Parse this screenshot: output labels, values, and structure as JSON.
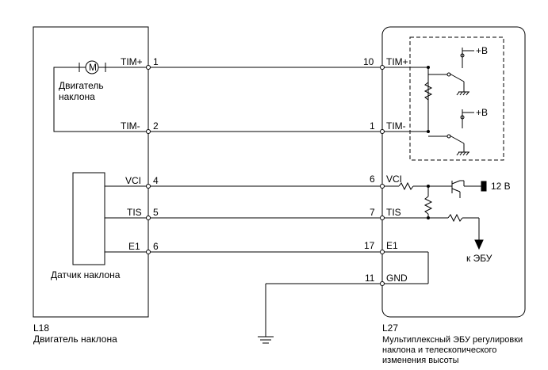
{
  "left_connector": {
    "code": "L18",
    "caption": "Двигатель наклона",
    "motor_label_line1": "Двигатель",
    "motor_label_line2": "наклона",
    "motor_symbol": "M",
    "sensor_label": "Датчик наклона"
  },
  "right_connector": {
    "code": "L27",
    "caption_line1": "Мультиплексный ЭБУ регулировки",
    "caption_line2": "наклона и телескопического",
    "caption_line3": "изменения высоты",
    "plus_b_top": "+B",
    "plus_b_bottom": "+B",
    "supply_12v": "12 В",
    "to_ecu": "к ЭБУ"
  },
  "wires": [
    {
      "left_name": "TIM+",
      "left_pin": "1",
      "right_pin": "10",
      "right_name": "TIM+"
    },
    {
      "left_name": "TIM-",
      "left_pin": "2",
      "right_pin": "1",
      "right_name": "TIM-"
    },
    {
      "left_name": "VCI",
      "left_pin": "4",
      "right_pin": "6",
      "right_name": "VCI"
    },
    {
      "left_name": "TIS",
      "left_pin": "5",
      "right_pin": "7",
      "right_name": "TIS"
    },
    {
      "left_name": "E1",
      "left_pin": "6",
      "right_pin": "17",
      "right_name": "E1"
    },
    {
      "left_name": "",
      "left_pin": "",
      "right_pin": "11",
      "right_name": "GND"
    }
  ]
}
